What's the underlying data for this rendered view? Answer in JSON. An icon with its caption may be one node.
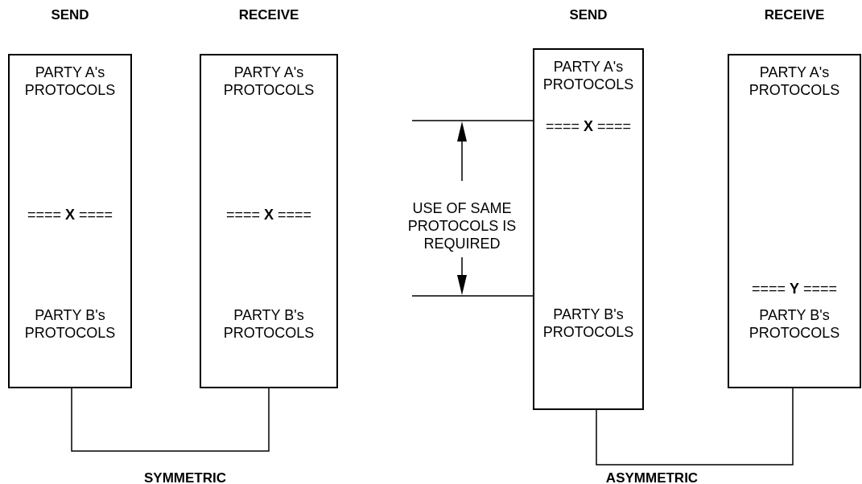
{
  "diagram": {
    "nodes": [
      {
        "text": [
          "SEND",
          "PARTY A's PROTOCOLS",
          "==== **X** ====",
          "PARTY B's PROTOCOLS"
        ]
      },
      {
        "text": [
          "RECEIVE",
          "PARTY A's PROTOCOLS",
          "==== **X** ====",
          "PARTY B's PROTOCOLS"
        ]
      },
      {
        "text": [
          "SEND",
          "PARTY A's PROTOCOLS",
          "==== **X** ====",
          "PARTY B's PROTOCOLS"
        ]
      },
      {
        "text": [
          "RECEIVE",
          "PARTY A's PROTOCOLS",
          "==== **Y** ====",
          "PARTY B's PROTOCOLS"
        ]
      }
    ],
    "edges": [
      {
        "from": 0,
        "to": 1,
        "arrow": "none"
      },
      {
        "from": 2,
        "to": 3,
        "arrow": "none"
      }
    ],
    "labels": [
      "USE OF SAME PROTOCOLS IS REQUIRED",
      "SYMMETRIC",
      "ASYMMETRIC"
    ]
  }
}
